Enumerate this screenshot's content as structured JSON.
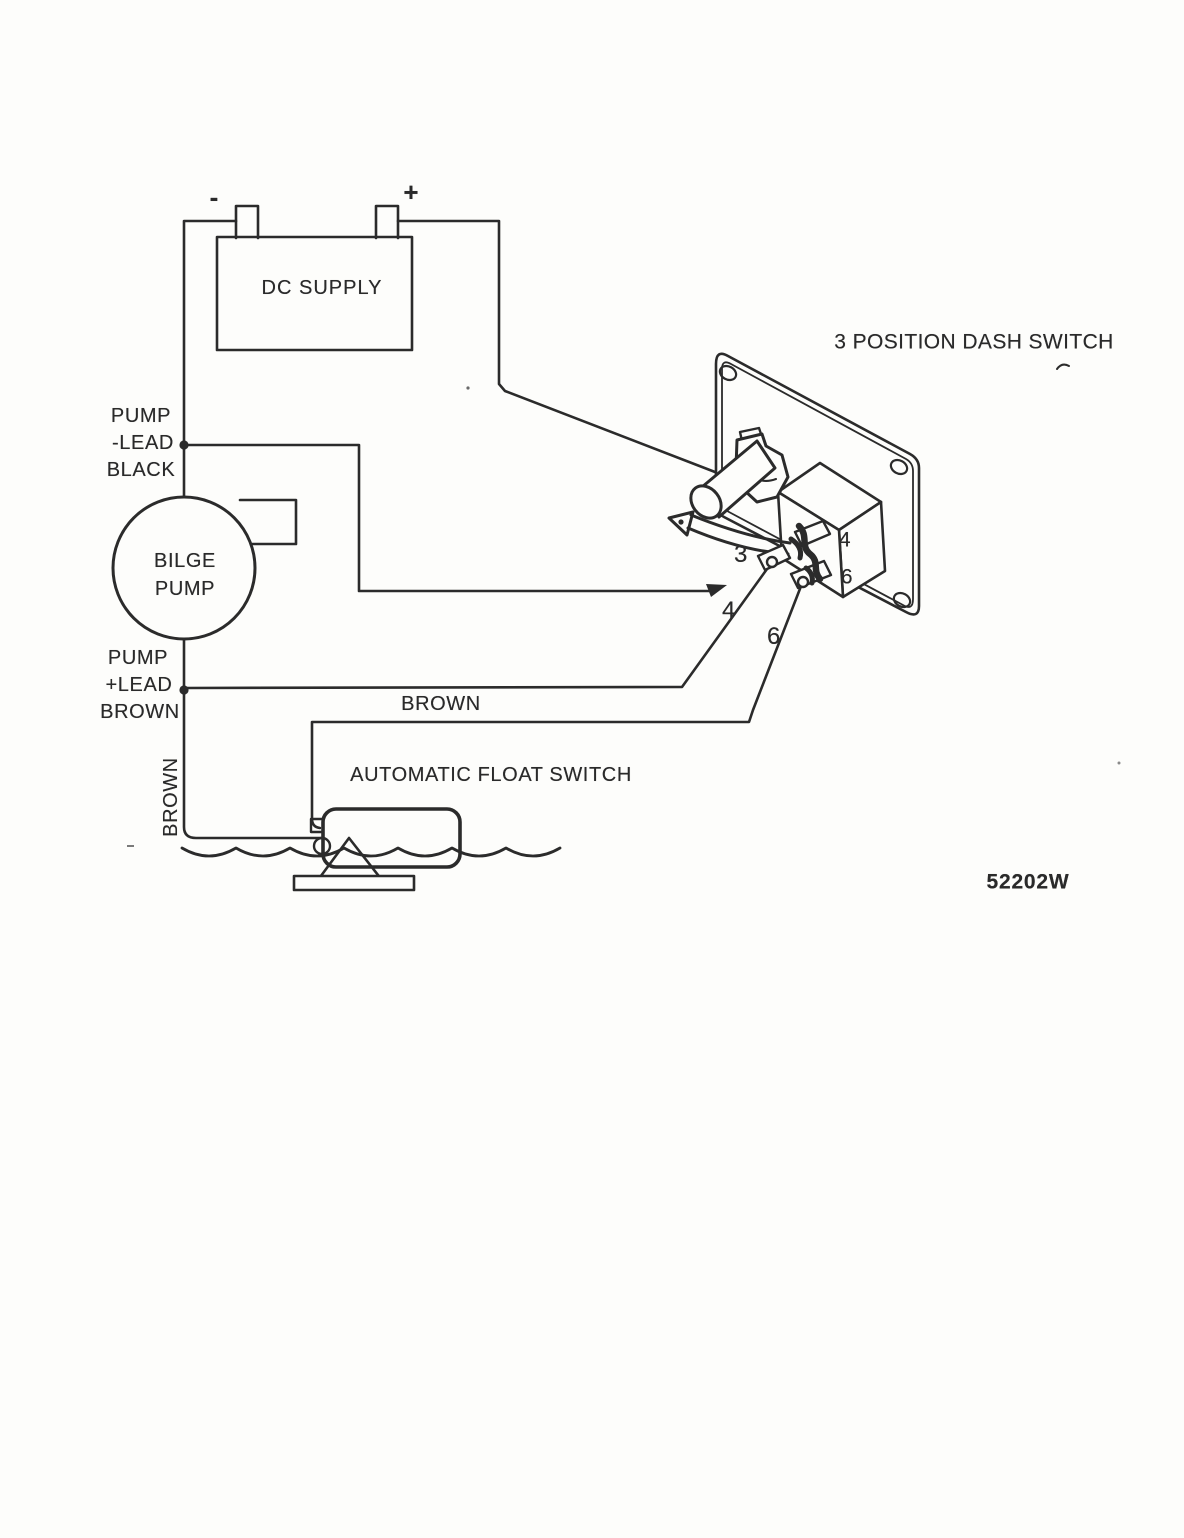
{
  "colors": {
    "ink": "#2b2b2b",
    "paper": "#fdfdfb"
  },
  "battery": {
    "label": "DC SUPPLY",
    "minus": "-",
    "plus": "+"
  },
  "pump": {
    "name_line1": "BILGE",
    "name_line2": "PUMP",
    "neg_lead": {
      "line1": "PUMP",
      "line2": "-LEAD",
      "line3": "BLACK"
    },
    "pos_lead": {
      "line1": "PUMP",
      "line2": "+LEAD",
      "line3": "BROWN"
    }
  },
  "wires": {
    "brown_horizontal": "BROWN",
    "brown_vertical": "BROWN"
  },
  "float_switch": {
    "label": "AUTOMATIC FLOAT SWITCH"
  },
  "dash_switch": {
    "label": "3 POSITION DASH SWITCH",
    "terminal_3": "3",
    "terminal_4": "4",
    "terminal_6": "6",
    "box_terminal_4": "4",
    "box_terminal_6": "6"
  },
  "doc_number": "52202W"
}
